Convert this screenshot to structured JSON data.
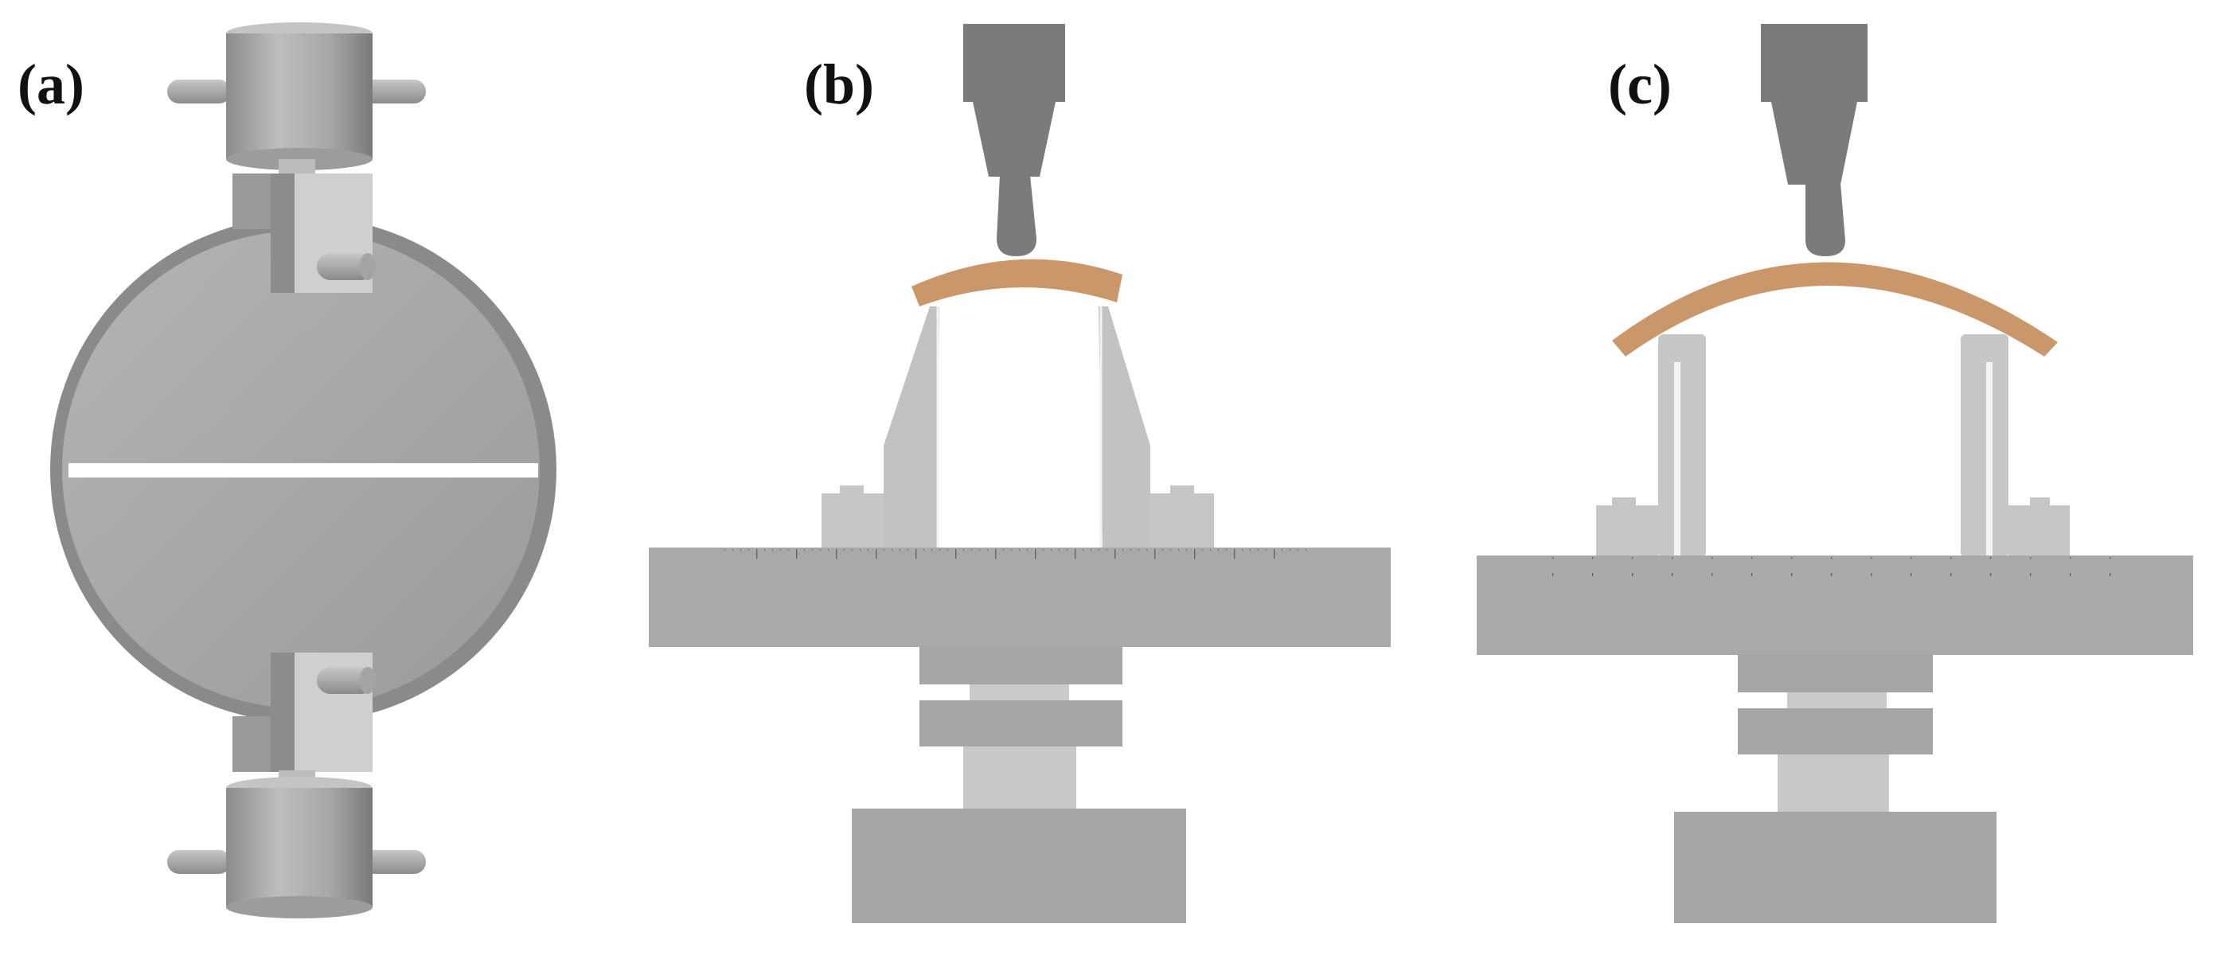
{
  "panels": [
    {
      "id": "a",
      "label": "(a)"
    },
    {
      "id": "b",
      "label": "(b)"
    },
    {
      "id": "c",
      "label": "(c)"
    }
  ],
  "colors": {
    "background": "#ffffff",
    "steel_dark": "#7d7d7d",
    "steel_mid": "#a9a9a9",
    "steel_light": "#c6c6c6",
    "steel_lighter": "#d6d6d6",
    "specimen": "#c9976a",
    "slit": "#ffffff"
  }
}
